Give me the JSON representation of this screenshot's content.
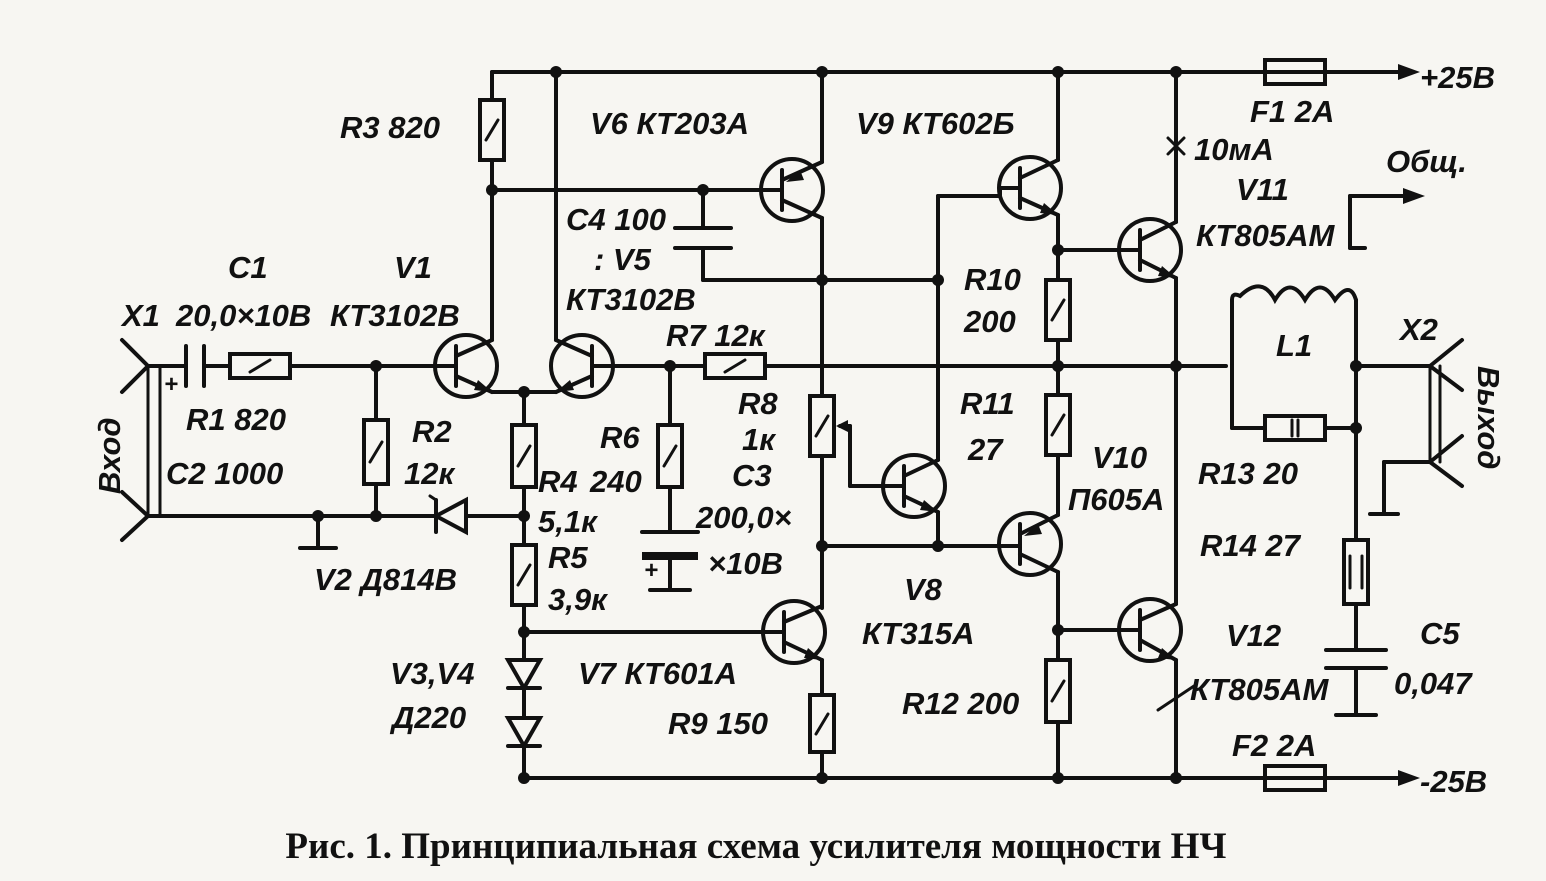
{
  "labels": {
    "x1": "X1",
    "c1": "C1",
    "c1_val": "20,0×10В",
    "v1": "V1",
    "v1_type": "КТ3102В",
    "v5_type": "КТ3102В",
    "r3": "R3 820",
    "v6": "V6 КТ203А",
    "v9": "V9 КТ602Б",
    "f1": "F1 2A",
    "plus25": "+25В",
    "current": "10мА",
    "common": "Общ.",
    "v11": "V11",
    "v11_type": "КТ805АМ",
    "c4": "C4 100",
    "c4_v5": ": V5",
    "r10": "R10",
    "r10_val": "200",
    "r7": "R7 12к",
    "l1": "L1",
    "x2": "X2",
    "r1": "R1 820",
    "c2": "C2 1000",
    "r2": "R2",
    "r2_val": "12к",
    "r4": "R4",
    "r4_val": "5,1к",
    "r6": "R6",
    "r6_val": "240",
    "r8": "R8",
    "r8_val": "1к",
    "c3": "C3",
    "c3_val1": "200,0×",
    "c3_val2": "×10В",
    "r11": "R11",
    "r11_val": "27",
    "v10": "V10",
    "v10_type": "П605А",
    "r13": "R13 20",
    "r14": "R14 27",
    "v2": "V2 Д814В",
    "r5": "R5",
    "r5_val": "3,9к",
    "v8": "V8",
    "v8_type": "КТ315А",
    "v34": "V3,V4",
    "v34_type": "Д220",
    "v7": "V7 КТ601А",
    "r9": "R9 150",
    "r12": "R12 200",
    "v12": "V12",
    "v12_type": "КТ805АМ",
    "c5": "C5",
    "c5_val": "0,047",
    "f2": "F2 2A",
    "minus25": "-25В",
    "input": "Вход",
    "output": "Выход"
  },
  "caption": "Рис. 1. Принципиальная схема усилителя мощности НЧ"
}
